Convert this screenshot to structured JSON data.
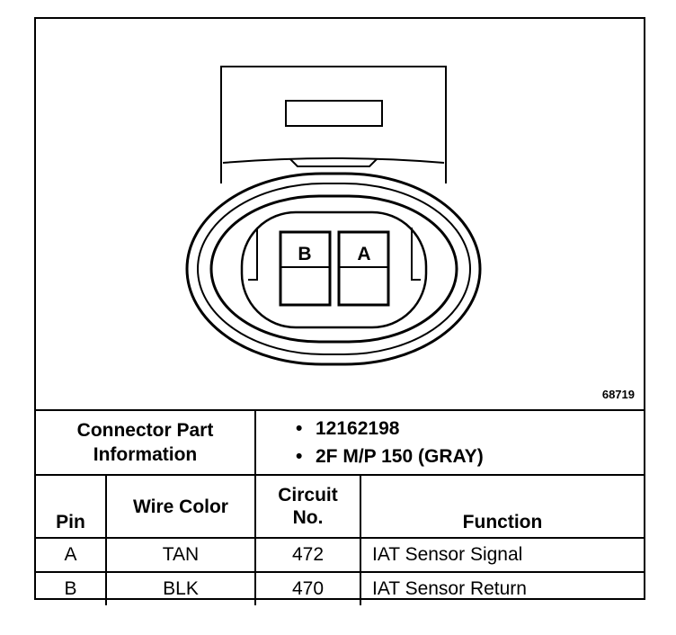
{
  "diagram": {
    "figure_number": "68719",
    "pin_labels": [
      "B",
      "A"
    ]
  },
  "connector_info": {
    "heading_line1": "Connector Part",
    "heading_line2": "Information",
    "items": [
      "12162198",
      "2F M/P 150 (GRAY)"
    ]
  },
  "pin_table": {
    "headers": {
      "pin": "Pin",
      "wire_color": "Wire Color",
      "circuit_line1": "Circuit",
      "circuit_line2": "No.",
      "function": "Function"
    },
    "rows": [
      {
        "pin": "A",
        "wire_color": "TAN",
        "circuit": "472",
        "function": "IAT Sensor Signal"
      },
      {
        "pin": "B",
        "wire_color": "BLK",
        "circuit": "470",
        "function": "IAT Sensor Return"
      }
    ]
  }
}
